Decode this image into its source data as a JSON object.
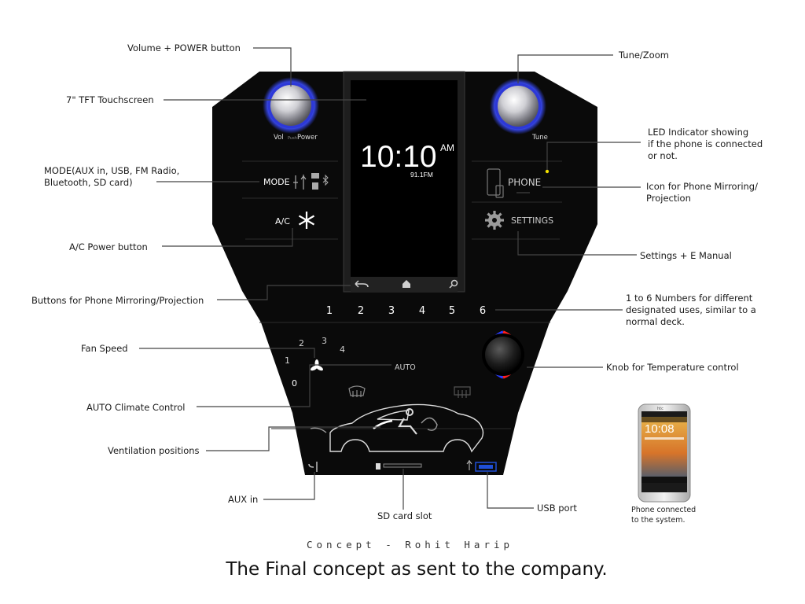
{
  "device": {
    "clock_time": "10:10",
    "clock_ampm": "AM",
    "radio_freq": "91.1FM",
    "vol_label": "Vol",
    "vol_mid_label": "Push",
    "power_label": "Power",
    "tune_label": "Tune",
    "mode_label": "MODE",
    "ac_label": "A/C",
    "phone_label": "PHONE",
    "settings_label": "SETTINGS",
    "presets": [
      "1",
      "2",
      "3",
      "4",
      "5",
      "6"
    ],
    "fan_levels": [
      "0",
      "1",
      "2",
      "3",
      "4"
    ],
    "auto_label": "AUTO"
  },
  "annotations": {
    "volume_power": "Volume + POWER button",
    "touchscreen": "7\" TFT Touchscreen",
    "mode_line1": "MODE(AUX in, USB, FM Radio,",
    "mode_line2": "Bluetooth, SD card)",
    "ac_power": "A/C Power button",
    "mirroring_buttons": "Buttons for Phone Mirroring/Projection",
    "fan_speed": "Fan Speed",
    "auto_climate": "AUTO Climate Control",
    "ventilation": "Ventilation positions",
    "aux_in": "AUX in",
    "sd_slot": "SD card slot",
    "usb_port": "USB port",
    "tune_zoom": "Tune/Zoom",
    "led_line1": "LED Indicator showing",
    "led_line2": "if the phone is connected",
    "led_line3": "or not.",
    "phone_icon_line1": "Icon for Phone Mirroring/",
    "phone_icon_line2": "Projection",
    "settings_manual": "Settings + E Manual",
    "presets_line1": "1 to 6 Numbers for different",
    "presets_line2": "designated uses, similar to a",
    "presets_line3": "normal deck.",
    "temp_knob": "Knob for Temperature control"
  },
  "phone": {
    "brand": "htc",
    "time": "10:08",
    "note_line1": "Phone connected",
    "note_line2": "to the system."
  },
  "credit": "Concept - Rohit Harip",
  "caption": "The Final concept as sent to the company.",
  "colors": {
    "panel": "#0a0a0a",
    "knob_glow": "#3a4cff",
    "led": "#f2e000",
    "temp_cold": "#2a3cff",
    "temp_hot": "#ff2020",
    "usb": "#1f4fd8"
  }
}
